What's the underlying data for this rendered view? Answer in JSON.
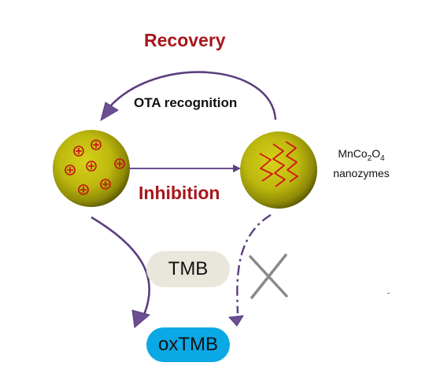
{
  "labels": {
    "recovery": "Recovery",
    "ota_recognition": "OTA recognition",
    "inhibition": "Inhibition",
    "nanozymes_formula_base": "MnCo",
    "nanozymes_sub1": "2",
    "nanozymes_mid": "O",
    "nanozymes_sub2": "4",
    "nanozymes_word": "nanozymes",
    "tmb": "TMB",
    "oxtmb": "oxTMB"
  },
  "colors": {
    "accent_red": "#a8161b",
    "arrow_purple": "#5b3f7f",
    "sphere_fill": "#c9c410",
    "sphere_dark": "#7a7608",
    "tmb_fill": "#e9e7dc",
    "oxtmb_fill": "#0aa9e6",
    "cross_gray": "#8a8a8a"
  },
  "icons": {
    "left_sphere_markers": "plus-charge-icon",
    "right_sphere_markers": "squiggle-chain-icon",
    "blocked": "cross-icon"
  }
}
